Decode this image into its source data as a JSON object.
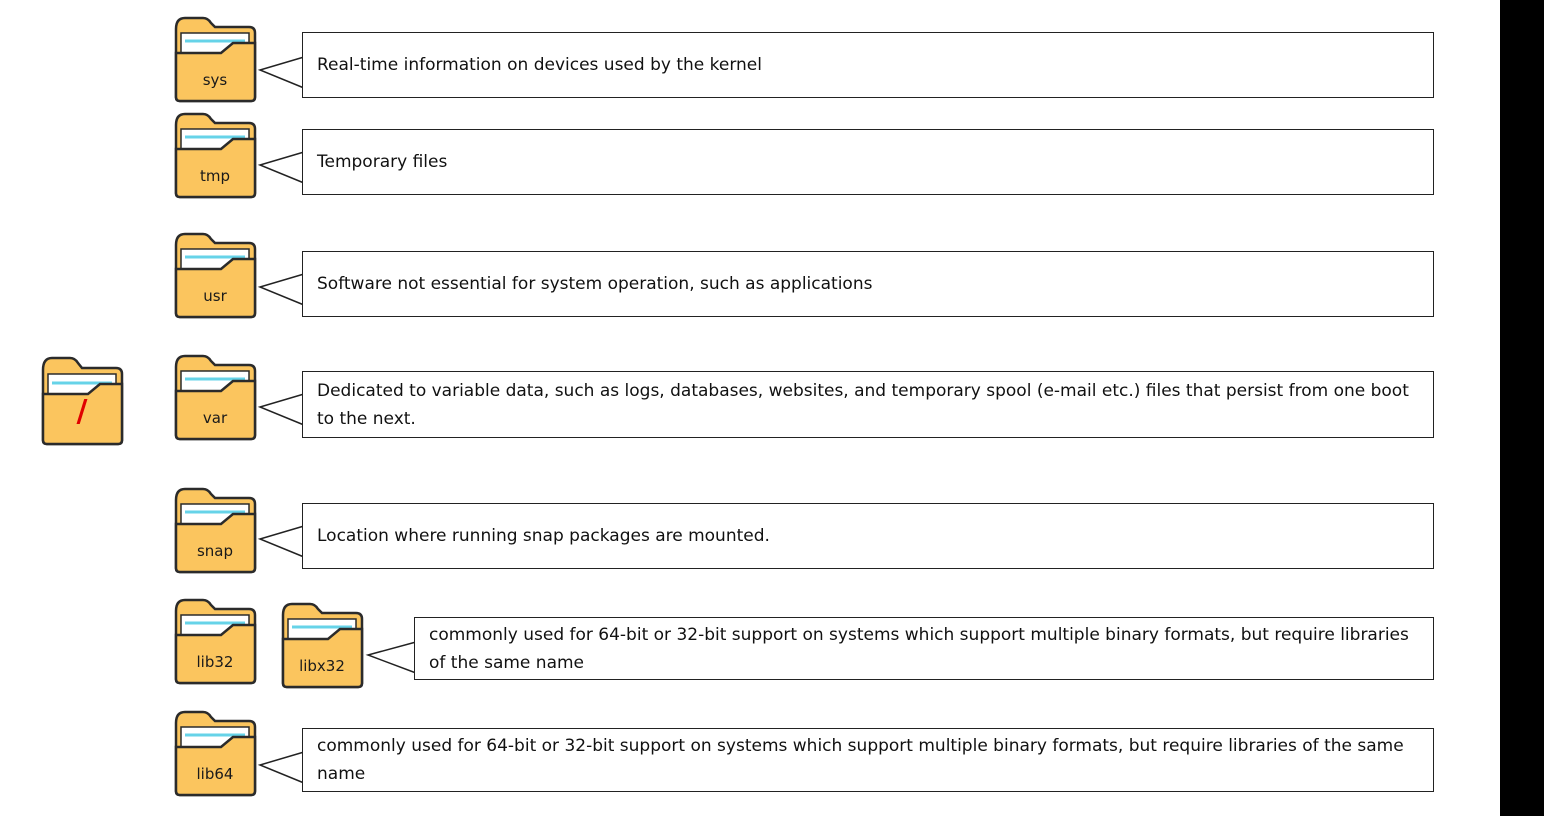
{
  "colors": {
    "folder_fill": "#FBC55E",
    "folder_stroke": "#2b2b2b",
    "folder_paper": "#FFFFFF",
    "folder_paper_line": "#66D3E8",
    "root_label": "#E00000",
    "background": "#FFFFFF",
    "edge_bar": "#000000"
  },
  "root": {
    "label": "/"
  },
  "folders": [
    {
      "id": "sys",
      "label": "sys",
      "desc": "Real-time information on devices used by the kernel"
    },
    {
      "id": "tmp",
      "label": "tmp",
      "desc": "Temporary files"
    },
    {
      "id": "usr",
      "label": "usr",
      "desc": "Software not essential for system operation, such as applications"
    },
    {
      "id": "var",
      "label": "var",
      "desc": "Dedicated to variable data, such as logs, databases, websites, and temporary spool (e-mail etc.) files that persist from one boot to the next."
    },
    {
      "id": "snap",
      "label": "snap",
      "desc": "Location where running snap packages are mounted."
    },
    {
      "id": "lib32",
      "label": "lib32",
      "desc": ""
    },
    {
      "id": "libx32",
      "label": "libx32",
      "desc": "commonly used for 64-bit or 32-bit support on systems which support multiple binary formats, but require libraries of the same name"
    },
    {
      "id": "lib64",
      "label": "lib64",
      "desc": "commonly used for 64-bit or 32-bit support on systems which support multiple binary formats, but require libraries of the same name"
    }
  ]
}
